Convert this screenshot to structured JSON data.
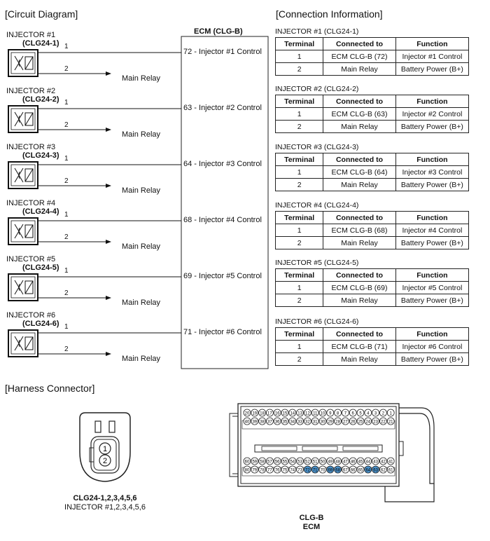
{
  "sections": {
    "circuit": "[Circuit Diagram]",
    "connection": "[Connection Information]",
    "harness": "[Harness Connector]"
  },
  "ecm_title": "ECM (CLG-B)",
  "injectors": [
    {
      "name": "INJECTOR #1",
      "code": "(CLG24-1)",
      "pin1": "1",
      "pin2": "2",
      "relay": "Main Relay",
      "ecm_pin": "72 - Injector #1 Control"
    },
    {
      "name": "INJECTOR #2",
      "code": "(CLG24-2)",
      "pin1": "1",
      "pin2": "2",
      "relay": "Main Relay",
      "ecm_pin": "63 - Injector #2 Control"
    },
    {
      "name": "INJECTOR #3",
      "code": "(CLG24-3)",
      "pin1": "1",
      "pin2": "2",
      "relay": "Main Relay",
      "ecm_pin": "64 - Injector #3 Control"
    },
    {
      "name": "INJECTOR #4",
      "code": "(CLG24-4)",
      "pin1": "1",
      "pin2": "2",
      "relay": "Main Relay",
      "ecm_pin": "68 - Injector #4 Control"
    },
    {
      "name": "INJECTOR #5",
      "code": "(CLG24-5)",
      "pin1": "1",
      "pin2": "2",
      "relay": "Main Relay",
      "ecm_pin": "69 - Injector #5 Control"
    },
    {
      "name": "INJECTOR #6",
      "code": "(CLG24-6)",
      "pin1": "1",
      "pin2": "2",
      "relay": "Main Relay",
      "ecm_pin": "71 - Injector #6 Control"
    }
  ],
  "table_headers": [
    "Terminal",
    "Connected to",
    "Function"
  ],
  "tables": [
    {
      "title": "INJECTOR #1 (CLG24-1)",
      "rows": [
        [
          "1",
          "ECM CLG-B (72)",
          "Injector #1 Control"
        ],
        [
          "2",
          "Main Relay",
          "Battery Power (B+)"
        ]
      ]
    },
    {
      "title": "INJECTOR #2 (CLG24-2)",
      "rows": [
        [
          "1",
          "ECM CLG-B (63)",
          "Injector #2 Control"
        ],
        [
          "2",
          "Main Relay",
          "Battery Power (B+)"
        ]
      ]
    },
    {
      "title": "INJECTOR #3 (CLG24-3)",
      "rows": [
        [
          "1",
          "ECM CLG-B (64)",
          "Injector #3 Control"
        ],
        [
          "2",
          "Main Relay",
          "Battery Power (B+)"
        ]
      ]
    },
    {
      "title": "INJECTOR #4 (CLG24-4)",
      "rows": [
        [
          "1",
          "ECM CLG-B (68)",
          "Injector #4 Control"
        ],
        [
          "2",
          "Main Relay",
          "Battery Power (B+)"
        ]
      ]
    },
    {
      "title": "INJECTOR #5 (CLG24-5)",
      "rows": [
        [
          "1",
          "ECM CLG-B (69)",
          "Injector #5 Control"
        ],
        [
          "2",
          "Main Relay",
          "Battery Power (B+)"
        ]
      ]
    },
    {
      "title": "INJECTOR #6 (CLG24-6)",
      "rows": [
        [
          "1",
          "ECM CLG-B (71)",
          "Injector #6 Control"
        ],
        [
          "2",
          "Main Relay",
          "Battery Power (B+)"
        ]
      ]
    }
  ],
  "inj_connector": {
    "pin_labels": [
      "1",
      "2"
    ],
    "caption_line1": "CLG24-1,2,3,4,5,6",
    "caption_line2": "INJECTOR #1,2,3,4,5,6"
  },
  "ecm_connector": {
    "row1": [
      "20",
      "19",
      "18",
      "17",
      "16",
      "15",
      "14",
      "13",
      "12",
      "11",
      "10",
      "9",
      "8",
      "7",
      "6",
      "5",
      "4",
      "3",
      "2",
      "1"
    ],
    "row2": [
      "40",
      "39",
      "38",
      "37",
      "36",
      "35",
      "34",
      "33",
      "32",
      "31",
      "30",
      "29",
      "28",
      "27",
      "26",
      "25",
      "24",
      "23",
      "22",
      "21"
    ],
    "row3": [
      "60",
      "59",
      "58",
      "57",
      "56",
      "55",
      "54",
      "53",
      "52",
      "51",
      "50",
      "49",
      "48",
      "47",
      "46",
      "45",
      "44",
      "43",
      "42",
      "41"
    ],
    "row4": [
      "80",
      "79",
      "78",
      "77",
      "76",
      "75",
      "74",
      "73",
      "72",
      "71",
      "70",
      "69",
      "68",
      "67",
      "66",
      "65",
      "64",
      "63",
      "62",
      "61"
    ],
    "highlighted": [
      "72",
      "71",
      "69",
      "68",
      "64",
      "63"
    ],
    "highlight_color": "#4a90c8",
    "caption_line1": "CLG-B",
    "caption_line2": "ECM"
  }
}
